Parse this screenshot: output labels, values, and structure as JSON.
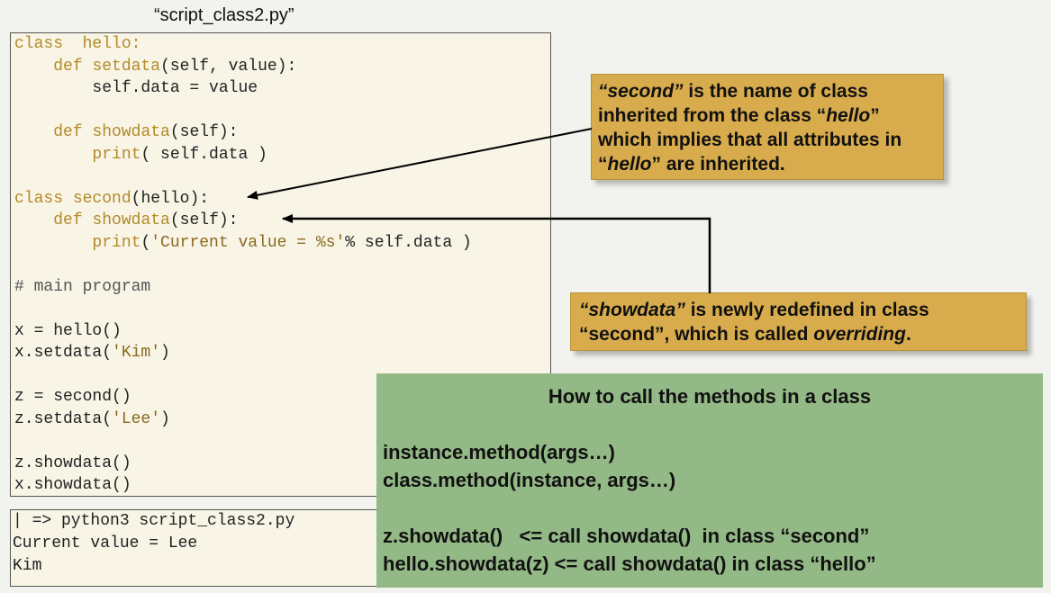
{
  "filename": "“script_class2.py”",
  "code_lines": [
    [
      {
        "t": "class  hello:",
        "k": "kw"
      }
    ],
    [
      {
        "t": "    "
      },
      {
        "t": "def",
        "k": "kw"
      },
      {
        "t": " "
      },
      {
        "t": "setdata",
        "k": "kw"
      },
      {
        "t": "(self, value):"
      }
    ],
    [
      {
        "t": "        self.data = value"
      }
    ],
    [
      {
        "t": ""
      }
    ],
    [
      {
        "t": "    "
      },
      {
        "t": "def",
        "k": "kw"
      },
      {
        "t": " "
      },
      {
        "t": "showdata",
        "k": "kw"
      },
      {
        "t": "(self):"
      }
    ],
    [
      {
        "t": "        "
      },
      {
        "t": "print",
        "k": "kw"
      },
      {
        "t": "( self.data )"
      }
    ],
    [
      {
        "t": ""
      }
    ],
    [
      {
        "t": "class",
        "k": "kw"
      },
      {
        "t": " "
      },
      {
        "t": "second",
        "k": "kw"
      },
      {
        "t": "(hello):"
      }
    ],
    [
      {
        "t": "    "
      },
      {
        "t": "def",
        "k": "kw"
      },
      {
        "t": " "
      },
      {
        "t": "showdata",
        "k": "kw"
      },
      {
        "t": "(self):"
      }
    ],
    [
      {
        "t": "        "
      },
      {
        "t": "print",
        "k": "kw"
      },
      {
        "t": "("
      },
      {
        "t": "'Current value = %s'",
        "k": "str"
      },
      {
        "t": "% self.data )"
      }
    ],
    [
      {
        "t": ""
      }
    ],
    [
      {
        "t": "# main program",
        "k": "cmt"
      }
    ],
    [
      {
        "t": ""
      }
    ],
    [
      {
        "t": "x = hello()"
      }
    ],
    [
      {
        "t": "x.setdata("
      },
      {
        "t": "'Kim'",
        "k": "str"
      },
      {
        "t": ")"
      }
    ],
    [
      {
        "t": ""
      }
    ],
    [
      {
        "t": "z = second()"
      }
    ],
    [
      {
        "t": "z.setdata("
      },
      {
        "t": "'Lee'",
        "k": "str"
      },
      {
        "t": ")"
      }
    ],
    [
      {
        "t": ""
      }
    ],
    [
      {
        "t": "z.showdata()"
      }
    ],
    [
      {
        "t": "x.showdata()"
      }
    ]
  ],
  "terminal_lines": [
    "| => python3 script_class2.py",
    "Current value = Lee",
    "Kim"
  ],
  "note1": {
    "p1": "“second”",
    "p2": " is the name of class inherited from the class “",
    "p3": "hello",
    "p4": "” which implies that all attributes in “",
    "p5": "hello",
    "p6": "” are inherited."
  },
  "note2": {
    "p1": "“showdata”",
    "p2": " is newly redefined in class “second”, which is called ",
    "p3": "overriding",
    "p4": "."
  },
  "howto": {
    "title": "How to call the methods in a class",
    "line1": "instance.method(args…)",
    "line2": "class.method(instance, args…)",
    "line3": "z.showdata()   <= call showdata()  in class “second”",
    "line4": "hello.showdata(z) <= call showdata() in class “hello”"
  },
  "colors": {
    "note_fill": "#d8ac4c",
    "howto_fill": "#93b986",
    "code_bg": "#f8f4e6",
    "keyword": "#b38a28"
  }
}
